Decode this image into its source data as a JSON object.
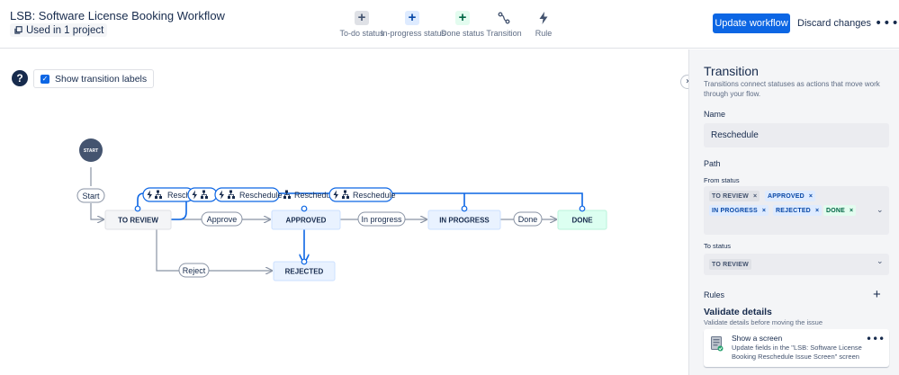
{
  "header": {
    "workflow_title": "LSB: Software License Booking Workflow",
    "used_in": "Used in 1 project",
    "tools": [
      {
        "label": "To-do status",
        "icon": "plus-icon",
        "color": "#42526e",
        "bg": "#dfe1e6"
      },
      {
        "label": "In-progress status",
        "icon": "plus-icon",
        "color": "#0747a6",
        "bg": "#deebff"
      },
      {
        "label": "Done status",
        "icon": "plus-icon",
        "color": "#006644",
        "bg": "#e3fcef"
      },
      {
        "label": "Transition",
        "icon": "transition-icon"
      },
      {
        "label": "Rule",
        "icon": "lightning-icon"
      }
    ],
    "update_label": "Update workflow",
    "discard_label": "Discard changes",
    "more_label": "•••"
  },
  "canvas": {
    "help_label": "?",
    "show_labels_text": "Show transition labels",
    "show_labels_checked": true,
    "start_label": "START",
    "statuses": {
      "to_review": "TO REVIEW",
      "approved": "APPROVED",
      "in_progress": "IN PROGRESS",
      "done": "DONE",
      "rejected": "REJECTED"
    },
    "transitions": {
      "start": "Start",
      "approve": "Approve",
      "in_progress": "In progress",
      "done": "Done",
      "reject": "Reject",
      "reschedule_1": "Resche",
      "reschedule_2": "Reschedule",
      "reschedule_3": "Reschedule",
      "reschedule_4": "Reschedule"
    }
  },
  "panel": {
    "title": "Transition",
    "description": "Transitions connect statuses as actions that move work through your flow.",
    "name_label": "Name",
    "name_value": "Reschedule",
    "path_label": "Path",
    "from_label": "From status",
    "from_statuses": [
      {
        "label": "TO REVIEW",
        "category": "todo"
      },
      {
        "label": "APPROVED",
        "category": "inprogress"
      },
      {
        "label": "IN PROGRESS",
        "category": "inprogress"
      },
      {
        "label": "REJECTED",
        "category": "inprogress"
      },
      {
        "label": "DONE",
        "category": "done"
      }
    ],
    "to_label": "To status",
    "to_status": "TO REVIEW",
    "rules_label": "Rules",
    "rules_add": "+",
    "rule_heading": "Validate details",
    "rule_heading_desc": "Validate details before moving the issue",
    "rule_name": "Show a screen",
    "rule_desc": "Update fields in the \"LSB: Software License Booking Reschedule Issue Screen\" screen"
  },
  "colors": {
    "primary": "#0c66e4",
    "selected_transition": "#0c66e4",
    "todo_bg": "#f4f5f7",
    "inprogress_bg": "#e9f2ff",
    "done_bg": "#dcfff1",
    "start_node": "#44546f"
  }
}
